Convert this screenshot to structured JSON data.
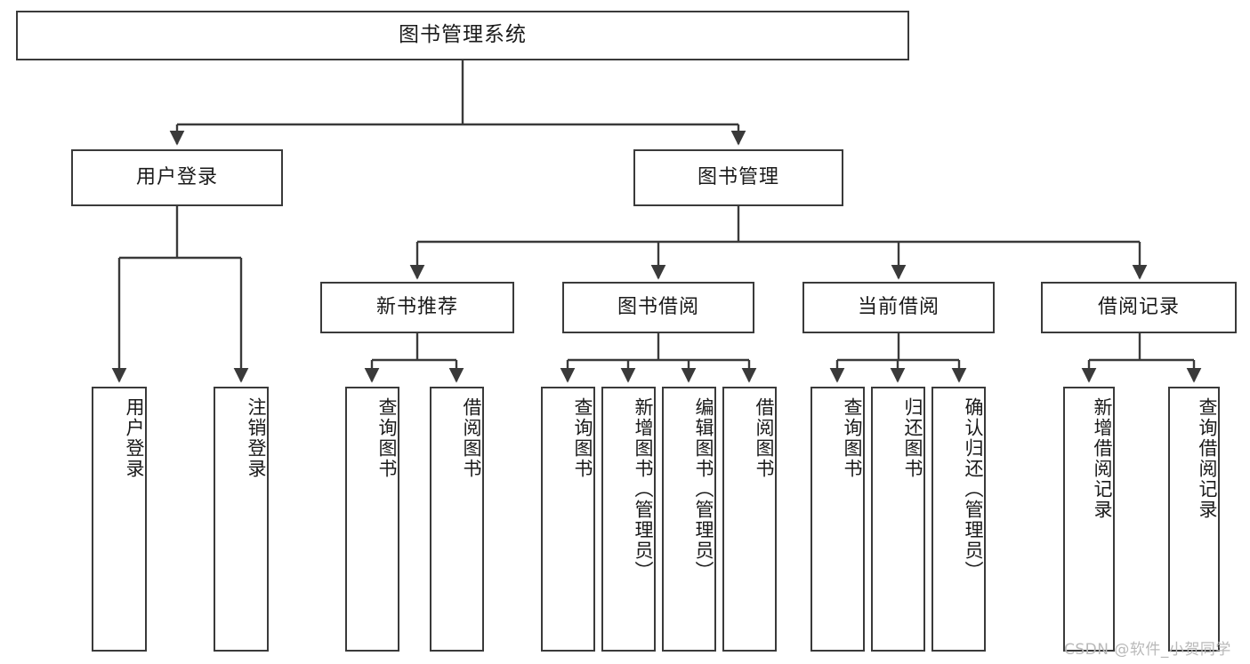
{
  "diagram": {
    "title": "图书管理系统",
    "type": "tree-hierarchy-chart",
    "root": {
      "label": "图书管理系统"
    },
    "level2": [
      {
        "label": "用户登录"
      },
      {
        "label": "图书管理"
      }
    ],
    "level3": [
      {
        "label": "新书推荐",
        "parent": "图书管理"
      },
      {
        "label": "图书借阅",
        "parent": "图书管理"
      },
      {
        "label": "当前借阅",
        "parent": "图书管理"
      },
      {
        "label": "借阅记录",
        "parent": "图书管理"
      }
    ],
    "leaves": {
      "user_login": [
        {
          "label": "用户登录"
        },
        {
          "label": "注销登录"
        }
      ],
      "new_book_recommend": [
        {
          "label": "查询图书"
        },
        {
          "label": "借阅图书"
        }
      ],
      "book_borrow": [
        {
          "label": "查询图书"
        },
        {
          "label": "新增图书（管理员）"
        },
        {
          "label": "编辑图书（管理员）"
        },
        {
          "label": "借阅图书"
        }
      ],
      "current_borrow": [
        {
          "label": "查询图书"
        },
        {
          "label": "归还图书"
        },
        {
          "label": "确认归还（管理员）"
        }
      ],
      "borrow_record": [
        {
          "label": "新增借阅记录"
        },
        {
          "label": "查询借阅记录"
        }
      ]
    }
  },
  "watermark": {
    "text": "CSDN @软件_小贺同学"
  },
  "colors": {
    "stroke": "#3a3a3a",
    "background": "#ffffff",
    "text": "#1a1a1a",
    "watermark": "#b9b9b9"
  }
}
